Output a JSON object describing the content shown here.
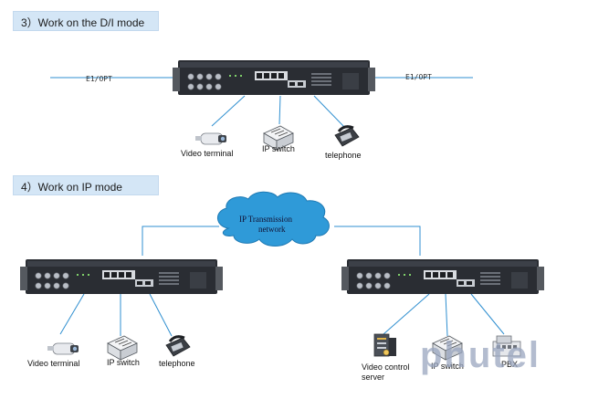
{
  "sections": {
    "di_mode": {
      "title": "3）Work on the D/I mode"
    },
    "ip_mode": {
      "title": "4）Work on IP mode"
    }
  },
  "di_diagram": {
    "left_link_label": "E1/OPT",
    "right_link_label": "E1/OPT",
    "devices": {
      "video_terminal": "Video terminal",
      "ip_switch": "IP switch",
      "telephone": "telephone"
    }
  },
  "ip_diagram": {
    "cloud_label_line1": "IP Transmission",
    "cloud_label_line2": "network",
    "left_devices": {
      "video_terminal": "Video terminal",
      "ip_switch": "IP switch",
      "telephone": "telephone"
    },
    "right_devices": {
      "video_server_line1": "Video control",
      "video_server_line2": "server",
      "ip_switch": "IP switch",
      "pbx": "PBX"
    }
  },
  "watermark": "phutel",
  "colors": {
    "section_bg": "#d4e6f6",
    "line": "#2f8fd0",
    "cloud": "#2f9ad8",
    "chassis": "#2a2d33"
  }
}
